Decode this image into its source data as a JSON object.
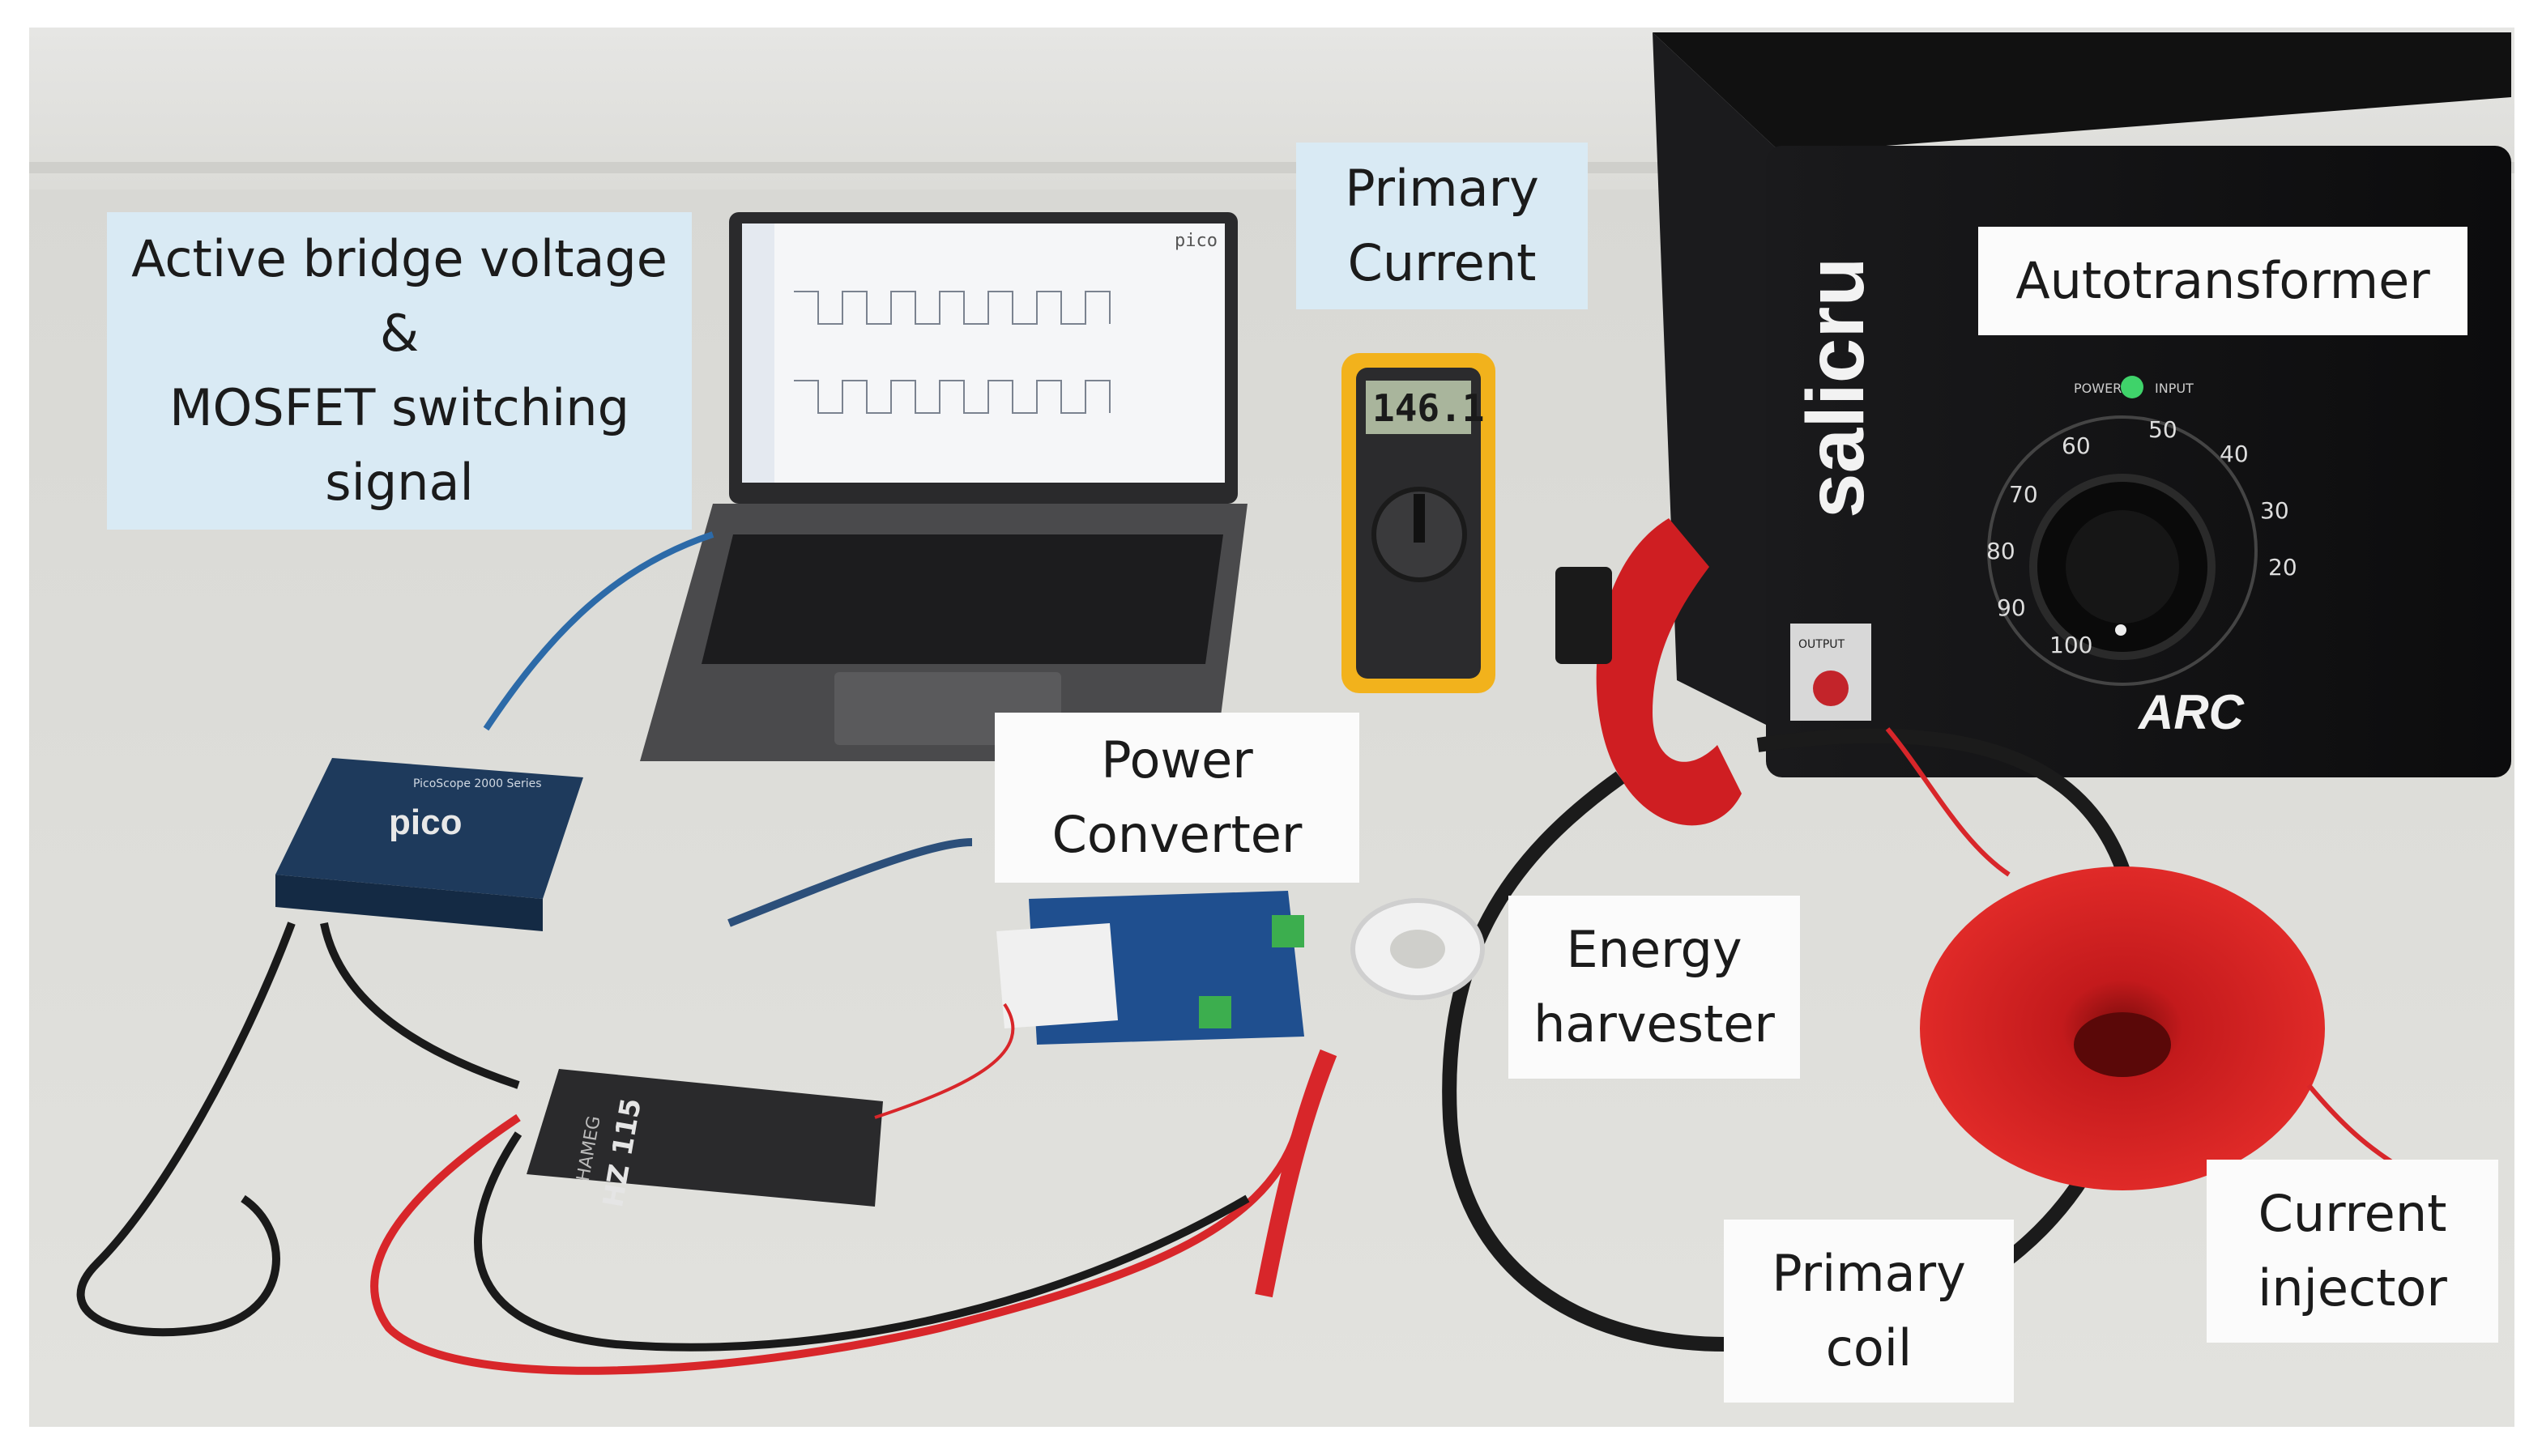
{
  "labels": {
    "active_bridge": "Active bridge voltage\n&\nMOSFET switching\nsignal",
    "primary_current": "Primary\nCurrent",
    "autotransformer": "Autotransformer",
    "power_converter": "Power\nConverter",
    "energy_harvester": "Energy\nharvester",
    "primary_coil": "Primary\ncoil",
    "current_injector": "Current\ninjector"
  },
  "devices": {
    "multimeter_reading": "146.1",
    "autotransformer_brand": "salicru",
    "autotransformer_logo": "ARC",
    "dial_marks": [
      "50",
      "40",
      "30",
      "20",
      "60",
      "70",
      "80",
      "90",
      "100"
    ],
    "power_label": "POWER",
    "input_label": "INPUT",
    "output_label": "OUTPUT",
    "scope_brand": "pico",
    "scope_series": "PicoScope 2000 Series",
    "probe_brand": "HAMEG",
    "probe_model": "HZ 115",
    "laptop_screen_brand": "pico"
  },
  "colors": {
    "background": "#ffffff",
    "label_blue": "#d9eaf4",
    "label_white": "#fbfbfb",
    "cable_red": "#d8262a",
    "multimeter_yellow": "#f2b21c",
    "pcb_blue": "#1f4f8f",
    "scope_blue": "#1e3a5c"
  }
}
